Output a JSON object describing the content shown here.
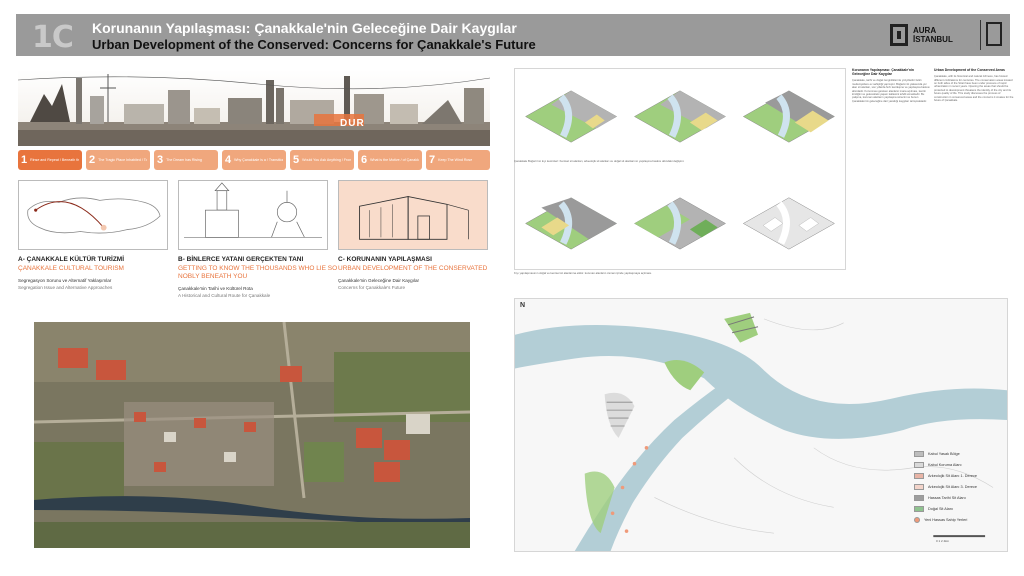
{
  "header": {
    "badge": "1C",
    "title_tr": "Korunanın Yapılaşması: Çanakkale'nin Geleceğine Dair Kaygılar",
    "title_en": "Urban Development of the Conserved: Concerns for Çanakkale's Future",
    "logo_line1": "AURA",
    "logo_line2": "İSTANBUL"
  },
  "collage": {
    "word": "DUR"
  },
  "pills": [
    {
      "num": "1",
      "text": "Rinse and Repeat / Beneath the Soil"
    },
    {
      "num": "2",
      "text": "The Tragic Place Inhabited / Town Beneath"
    },
    {
      "num": "3",
      "text": "The Dream has Rising"
    },
    {
      "num": "4",
      "text": "Why Çanakkale is a / Transitional Area?"
    },
    {
      "num": "5",
      "text": "Would You Ask Anything / From the Sea?"
    },
    {
      "num": "6",
      "text": "What is the Motive / of Çanakkale?"
    },
    {
      "num": "7",
      "text": "Keep The Wind Rose"
    }
  ],
  "captions": [
    {
      "title": "A-  ÇANAKKALE KÜLTÜR TURİZMİ",
      "subtitle": "ÇANAKKALE CULTURAL TOURISM",
      "line1": "Segregasyon Sorunu ve Alternatif Yaklaşımlar",
      "line2": "Segregation Issue and Alternative Approaches"
    },
    {
      "title": "B-  BİNLERCE YATANI GERÇEKTEN TANI",
      "subtitle": "GETTING TO KNOW THE THOUSANDS WHO LIE SO NOBLY BENEATH YOU",
      "line1": "Çanakkale'nin Tarihi ve Kültürel Rota",
      "line2": "A Historical and Cultural Route for Çanakkale"
    },
    {
      "title": "C-  KORUNANIN YAPILAŞMASI",
      "subtitle": "URBAN DEVELOPMENT OF THE CONSERVATED",
      "line1": "Çanakkale'nin Geleceğine Dair Kaygılar",
      "line2": "Concerns for Çanakkale's Future"
    }
  ],
  "diagram_captions": {
    "top": "Çanakkale Boğazı'nın kıyı kesimleri: Kentsel sit alanları, arkeolojik sit alanları ve doğal sit alanlarının yapılaşma baskısı altındaki değişimi.",
    "bottom": "Kıyı yapılaşmasının doğal ve kentsel sit alanlarına etkisi: korunan alanların zaman içinde yapılaşmaya açılması."
  },
  "text_col1": {
    "title": "Korunanın Yapılaşması: Çanakkale'nin Geleceğine Dair Kaygılar",
    "body": "Çanakkale, tarihi ve doğal zenginlikleri ile yüzyıllardır farklı medeniyetlere ev sahipliği yapmıştır. Boğazın iki yakasında yer alan sit alanları, son yıllarda hızlı kentleşme ve yapılaşma baskısı altındadır. Korunması gereken alanların imara açılması, kentin kimliğini ve gelecekteki yaşam kalitesini tehdit etmektedir. Bu çalışma, korunan alanların yapılaşma sürecini ve bunun Çanakkale'nin geleceğine dair yarattığı kaygıları tartışmaktadır."
  },
  "text_col2": {
    "title": "Urban Development of the Conserved Areas",
    "body": "Çanakkale, with its historical and natural richness, has hosted different civilizations for centuries. The conservation areas located on both sides of the Strait have been under pressure of rapid urbanization in recent years. Opening the areas that should be protected to development threatens the identity of the city and its future quality of life. This study discusses the process of construction in conserved areas and the concerns it creates for the future of Çanakkale."
  },
  "map": {
    "north": "N",
    "legend": [
      {
        "label": "Kabul Yasak Bölge",
        "color": "#bdbdbd"
      },
      {
        "label": "Kabul Koruma Alanı",
        "color": "#d9d9d9"
      },
      {
        "label": "Arkeolojik Sit Alanı 1. Derece",
        "color": "#e8b4a6"
      },
      {
        "label": "Arkeolojik Sit Alanı 3. Derece",
        "color": "#f3d4ca"
      },
      {
        "label": "Hassas Tarihi Sit Alanı",
        "color": "#9e9e9e"
      },
      {
        "label": "Doğal Sit Alanı",
        "color": "#8fc38f"
      },
      {
        "label": "Yeni Hassas Sahip Yerleri",
        "color": "#ef9a7a"
      }
    ],
    "scale": "0    1    2    4km"
  }
}
